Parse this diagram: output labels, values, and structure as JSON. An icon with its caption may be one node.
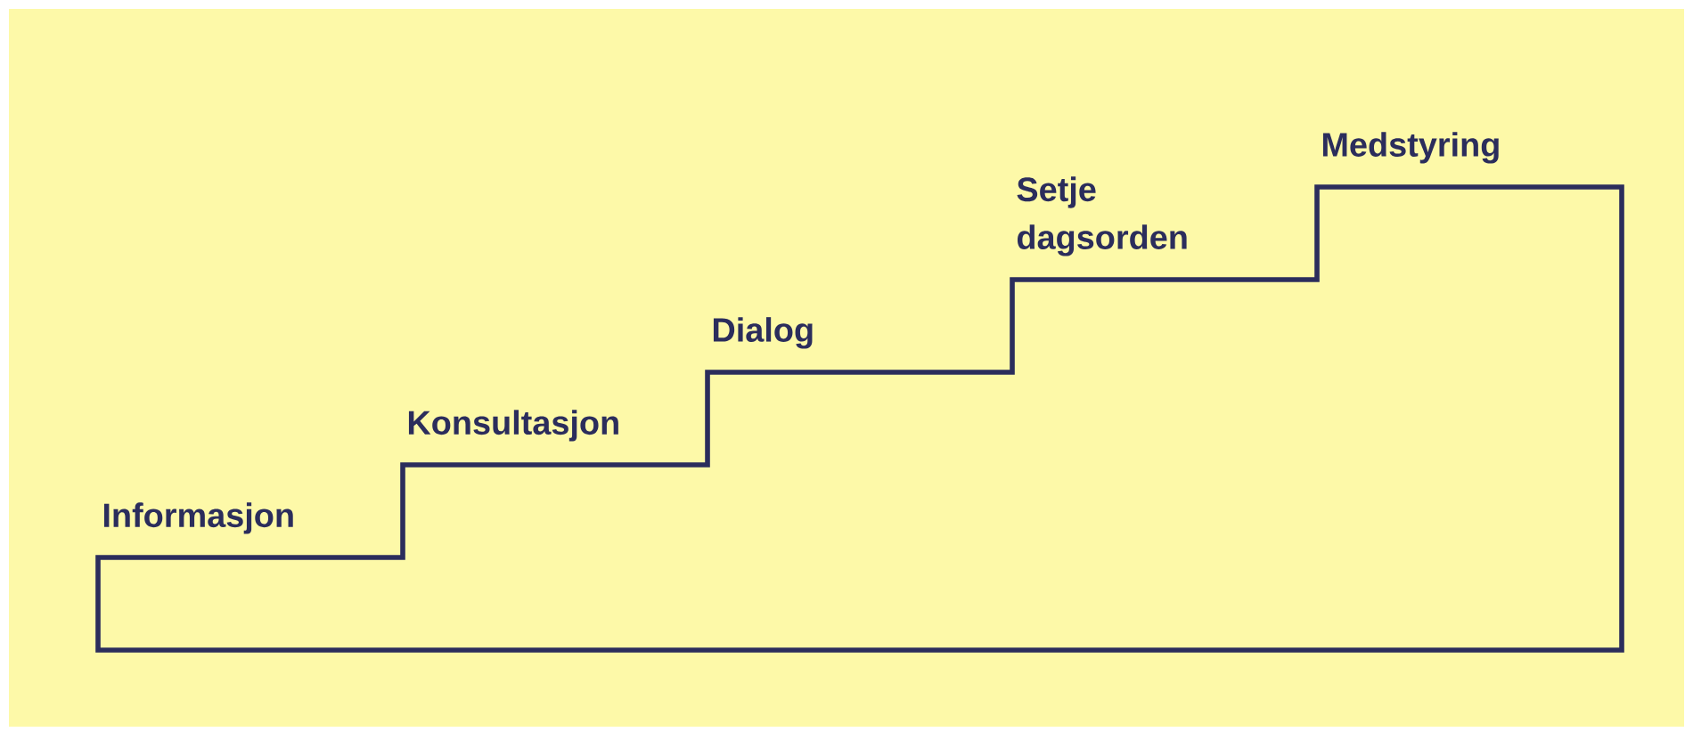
{
  "diagram": {
    "labels": [
      "Informasjon",
      "Konsultasjon",
      "Dialog",
      "Setje dagsorden",
      "Medstyring"
    ]
  }
}
